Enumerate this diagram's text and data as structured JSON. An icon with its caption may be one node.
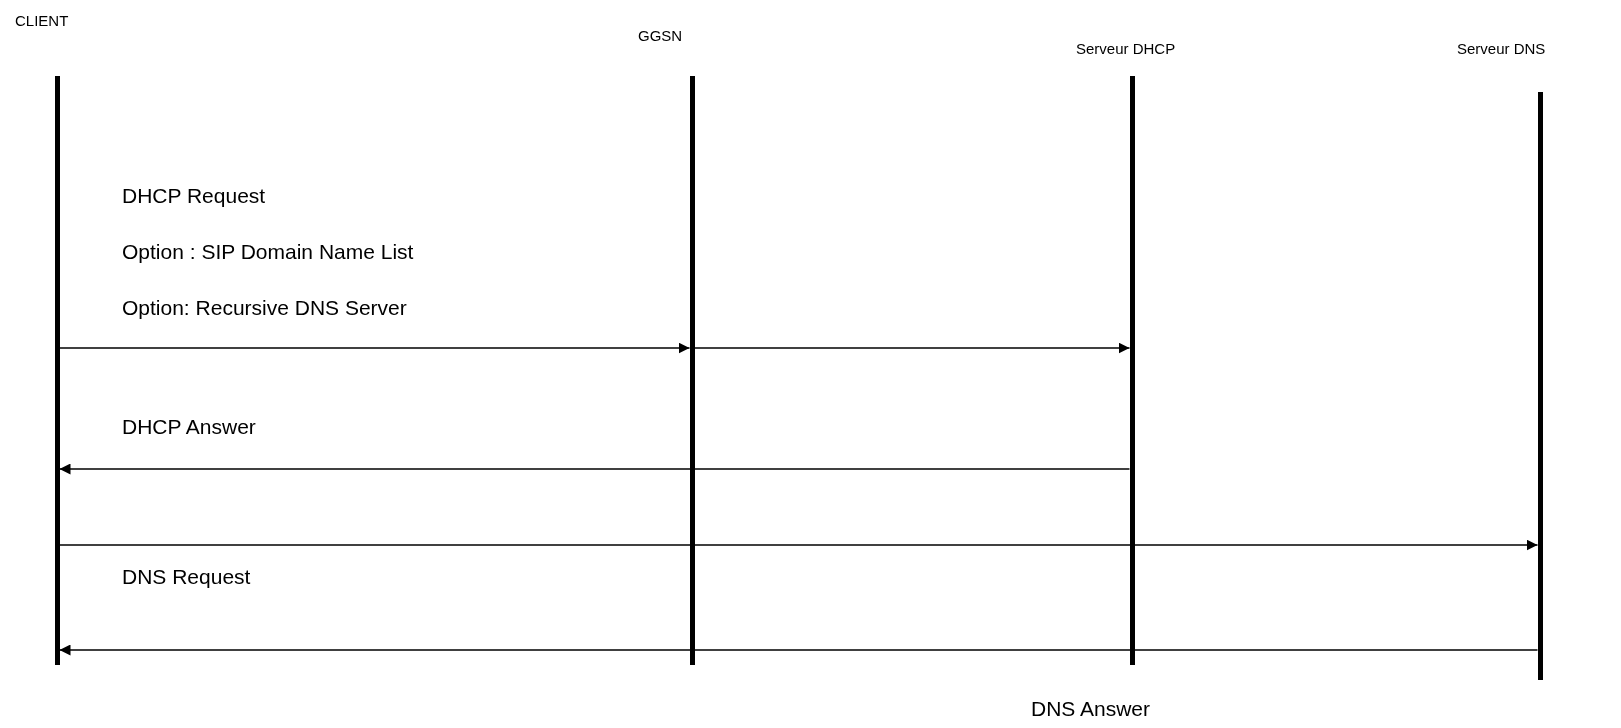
{
  "diagram": {
    "nodes": [
      {
        "text": [
          "CLIENT"
        ]
      },
      {
        "text": [
          "GGSN"
        ]
      },
      {
        "text": [
          "Serveur DHCP"
        ]
      },
      {
        "text": [
          "Serveur DNS"
        ]
      }
    ],
    "edges": [
      {
        "from": 0,
        "to": 1,
        "arrow": "to"
      },
      {
        "from": 1,
        "to": 2,
        "arrow": "to"
      },
      {
        "from": 2,
        "to": 0,
        "arrow": "to"
      },
      {
        "from": 0,
        "to": 3,
        "arrow": "to"
      },
      {
        "from": 3,
        "to": 0,
        "arrow": "to"
      }
    ],
    "labels": [
      "DHCP Request",
      "Option : SIP Domain Name List",
      "Option: Recursive DNS Server",
      "DHCP Answer",
      "DNS Request",
      "DNS Answer"
    ]
  }
}
